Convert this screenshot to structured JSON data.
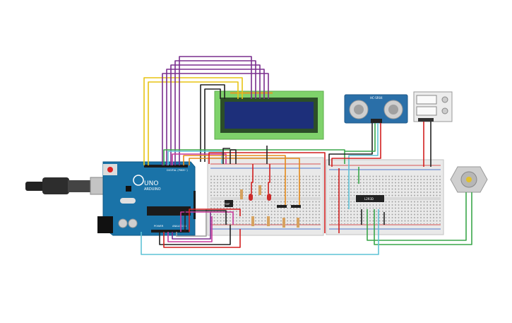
{
  "arduino": {
    "brand": "ARDUINO",
    "model": "UNO",
    "digital_label": "DIGITAL (PWM~)",
    "power_label": "POWER",
    "analog_label": "ANALOG IN"
  },
  "sensor": {
    "label": "HC-SR04"
  },
  "chip": {
    "label": "L293D"
  },
  "transistor": {
    "label": "TMP"
  },
  "colors": {
    "board_blue": "#1a73a8",
    "breadboard": "#e9e9e9",
    "lcd_green": "#7fd26b",
    "lcd_screen": "#1d2f7a",
    "sensor_blue": "#2a6fa8",
    "wire_yellow": "#e8c414",
    "wire_purple": "#7a2e8e",
    "wire_red": "#d21f1f",
    "wire_black": "#222222",
    "wire_green": "#3aa64a",
    "wire_orange": "#e68a1a",
    "wire_cyan": "#5fc3d6",
    "wire_gray": "#9a9a9a",
    "wire_magenta": "#c8379b"
  }
}
